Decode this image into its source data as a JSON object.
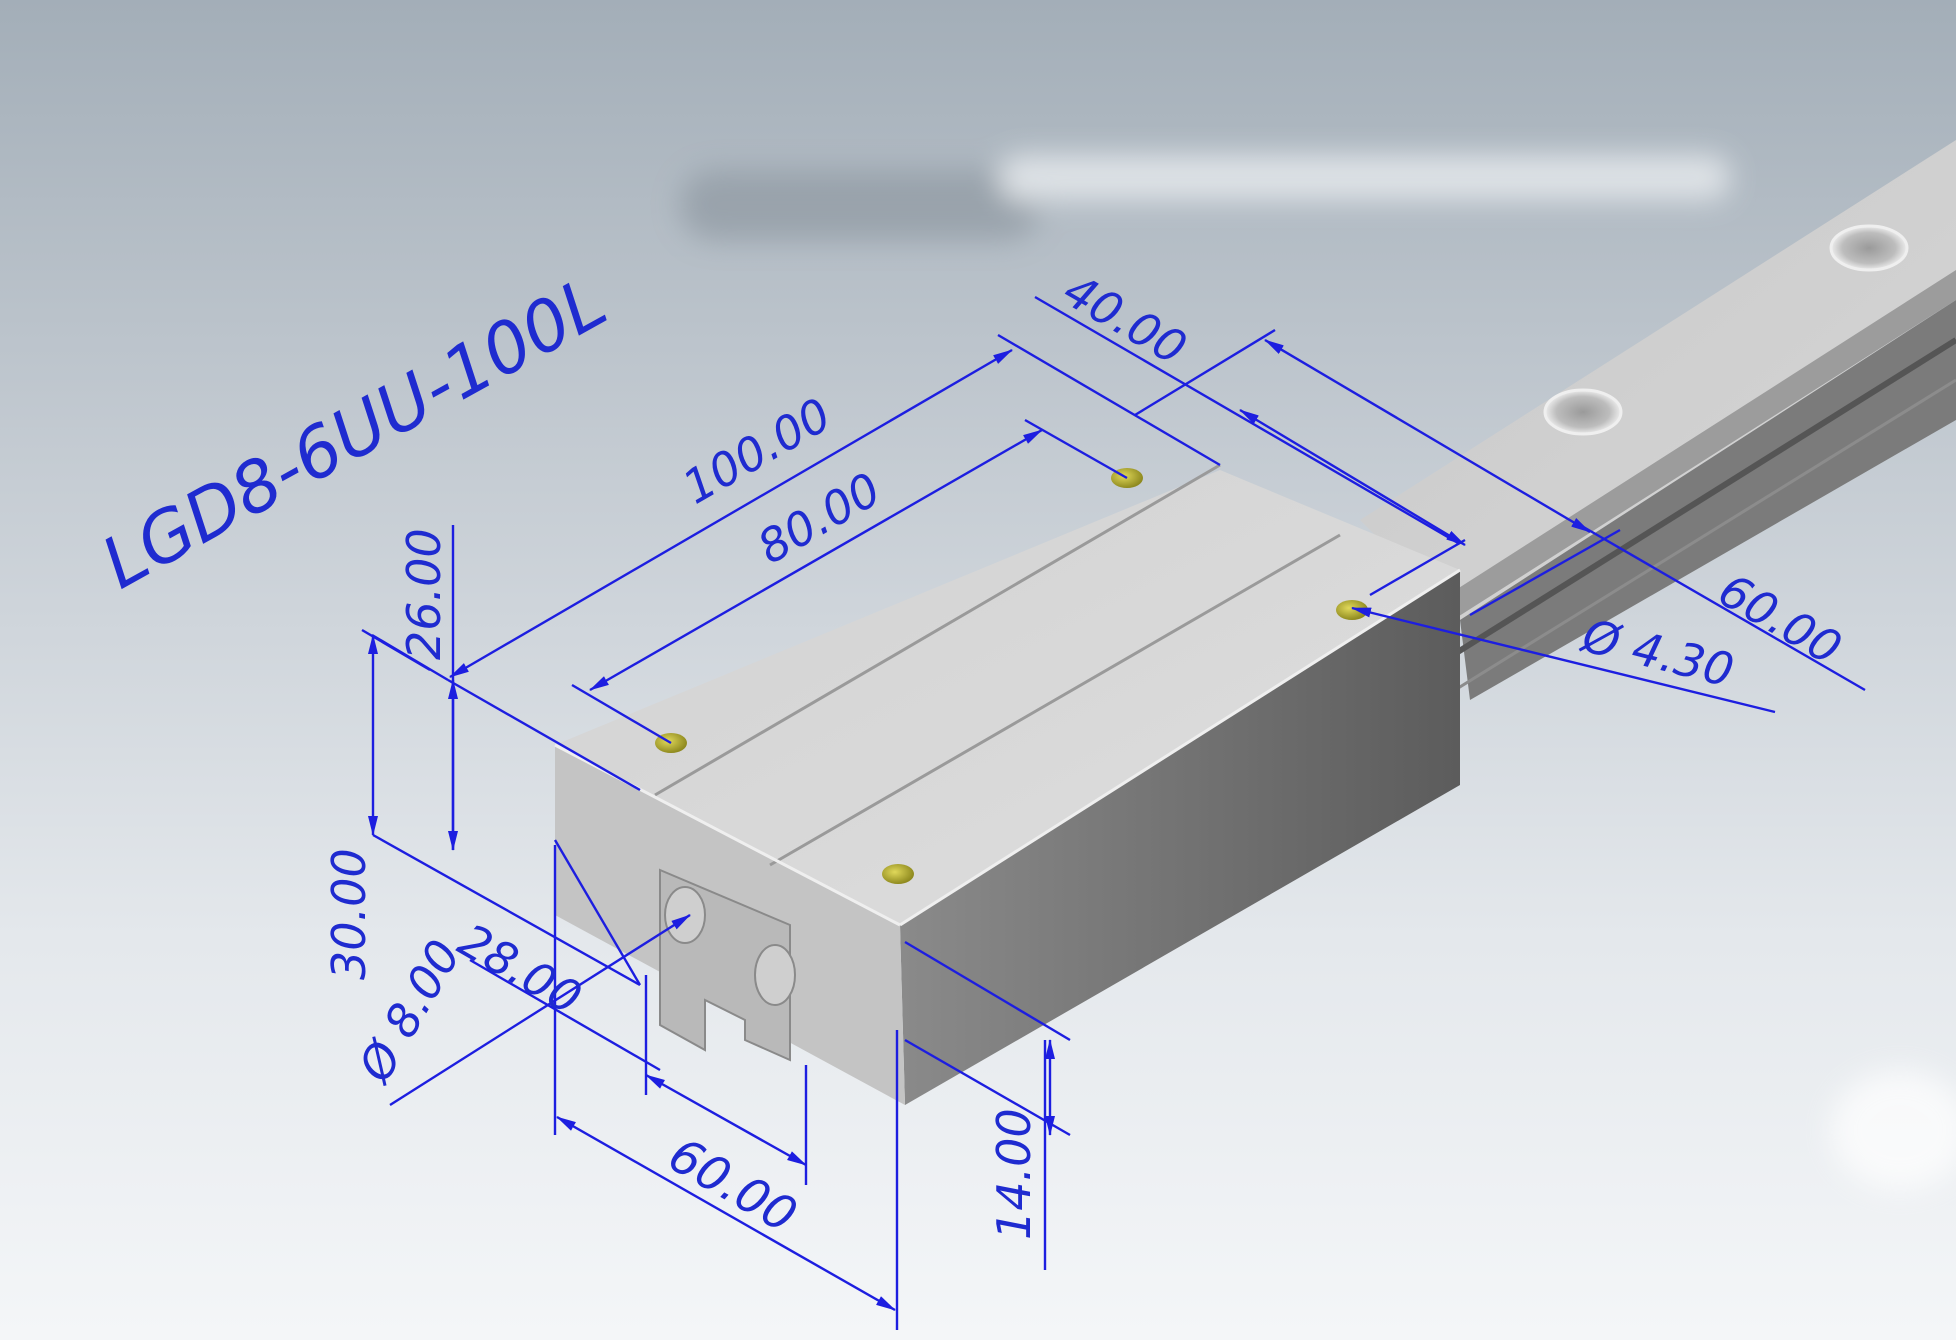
{
  "drawing": {
    "part_label": "LGD8-6UU-100L",
    "dimensions": {
      "rail_length": "100.00",
      "hole_spacing_length": "80.00",
      "top_offset": "40.00",
      "block_width_top": "60.00",
      "hole_diameter": "Ø 4.30",
      "height_26": "26.00",
      "height_30": "30.00",
      "slot_width": "28.00",
      "bore_diameter": "Ø 8.00",
      "block_width_front": "60.00",
      "base_height": "14.00"
    },
    "colors": {
      "dimension_blue": "#1d1ee0",
      "screw_yellow": "#c8c23a",
      "body_light": "#d8d8d8",
      "body_side": "#6e6e6e"
    }
  }
}
